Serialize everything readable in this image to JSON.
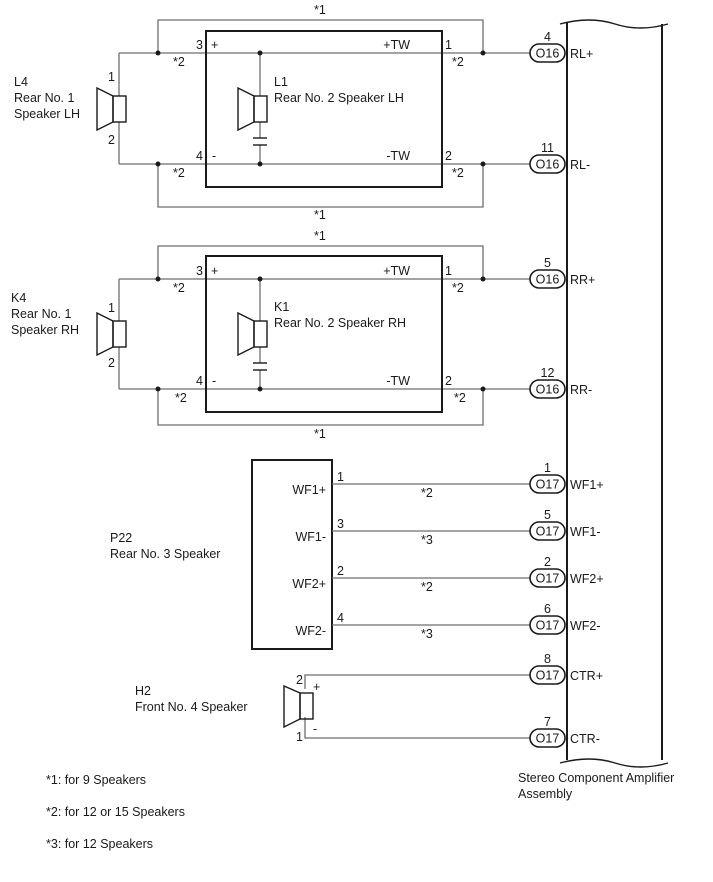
{
  "title": "Stereo Component Amplifier Assembly Wiring Diagram",
  "amplifier": {
    "name_line1": "Stereo Component Amplifier",
    "name_line2": "Assembly"
  },
  "speakers": {
    "L4": {
      "code": "L4",
      "line1": "Rear No. 1",
      "line2": "Speaker LH",
      "pin_top": "1",
      "pin_bottom": "2"
    },
    "L1": {
      "code": "L1",
      "name": "Rear No. 2 Speaker LH",
      "pin_plus": "3",
      "pin_minus": "4",
      "sign_plus": "+",
      "sign_minus": "-",
      "tw_plus": "+TW",
      "tw_minus": "-TW",
      "tw_pin_plus": "1",
      "tw_pin_minus": "2"
    },
    "K4": {
      "code": "K4",
      "line1": "Rear No. 1",
      "line2": "Speaker RH",
      "pin_top": "1",
      "pin_bottom": "2"
    },
    "K1": {
      "code": "K1",
      "name": "Rear No. 2 Speaker RH",
      "pin_plus": "3",
      "pin_minus": "4",
      "sign_plus": "+",
      "sign_minus": "-",
      "tw_plus": "+TW",
      "tw_minus": "-TW",
      "tw_pin_plus": "1",
      "tw_pin_minus": "2"
    },
    "P22": {
      "code": "P22",
      "name": "Rear No. 3 Speaker",
      "terminals": [
        {
          "label": "WF1+",
          "pin": "1",
          "note": "*2"
        },
        {
          "label": "WF1-",
          "pin": "3",
          "note": "*3"
        },
        {
          "label": "WF2+",
          "pin": "2",
          "note": "*2"
        },
        {
          "label": "WF2-",
          "pin": "4",
          "note": "*3"
        }
      ]
    },
    "H2": {
      "code": "H2",
      "name": "Front No. 4 Speaker",
      "pin_plus": "2",
      "pin_minus": "1",
      "sign_plus": "+",
      "sign_minus": "-"
    }
  },
  "notes": {
    "n1": "*1",
    "n2": "*2",
    "n3": "*3"
  },
  "connectors": [
    {
      "id": "O16",
      "pin": "4",
      "signal": "RL+"
    },
    {
      "id": "O16",
      "pin": "11",
      "signal": "RL-"
    },
    {
      "id": "O16",
      "pin": "5",
      "signal": "RR+"
    },
    {
      "id": "O16",
      "pin": "12",
      "signal": "RR-"
    },
    {
      "id": "O17",
      "pin": "1",
      "signal": "WF1+"
    },
    {
      "id": "O17",
      "pin": "5",
      "signal": "WF1-"
    },
    {
      "id": "O17",
      "pin": "2",
      "signal": "WF2+"
    },
    {
      "id": "O17",
      "pin": "6",
      "signal": "WF2-"
    },
    {
      "id": "O17",
      "pin": "8",
      "signal": "CTR+"
    },
    {
      "id": "O17",
      "pin": "7",
      "signal": "CTR-"
    }
  ],
  "legend": [
    "*1: for 9 Speakers",
    "*2: for 12 or 15 Speakers",
    "*3: for 12 Speakers"
  ]
}
